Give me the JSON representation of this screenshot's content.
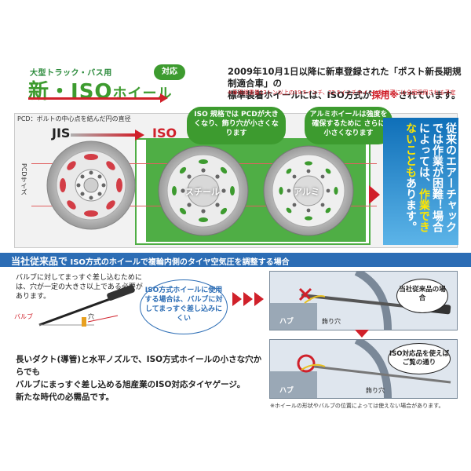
{
  "header": {
    "subtitle": "大型トラック・バス用",
    "title_new": "新・",
    "title_iso": "ISO",
    "title_wheel": "ホイール",
    "badge": "対応"
  },
  "intro": {
    "line1": "2009年10月1日以降に新車登録された「ポスト新長期規制適合車」の",
    "line2_a": "標準装着ホイールには、ISO方式が",
    "line2_hl": "採用",
    "line2_mark": "※",
    "line2_b": "されています。",
    "note": "※車両総重量12トン以上の19.5インチ、22.5インチホイール装着車には全面採用される予定"
  },
  "comparison": {
    "pcd_note": "PCD：ボルトの中心点を結んだ円の直径",
    "pcd_side": "PCDサイズ",
    "jis": "JIS",
    "iso": "ISO",
    "bubble1": "ISO 規格では PCDが大きくなり、飾り穴が小さくなります",
    "bubble2": "アルミホイールは強度を確保するために さらに小さくなります",
    "steel": "スチール",
    "alumi": "アルミ",
    "callout_a": "従来のエアーチャックでは作業が困難！場合によっては、",
    "callout_b": "作業できないことも",
    "callout_c": "あります。"
  },
  "section": {
    "lead": "当社従来品で",
    "text": "ISO方式のホイールで複輪内側のタイヤ空気圧を調整する場合"
  },
  "lower": {
    "valve_note": "バルブに対してまっすぐ差し込むためには、穴が一定の大きさ以上である必要があります。",
    "valve": "バルブ",
    "hole": "穴",
    "oval": "ISO方式ホイールに使用する場合は、バルブに対してまっすぐ差し込みにくい",
    "bottom1": "長いダクト(導管)と水平ノズルで、ISO方式ホイールの小さな穴からでも",
    "bottom2": "バルブにまっすぐ差し込める旭産業のISO対応タイヤゲージ。",
    "bottom3": "新たな時代の必需品です。"
  },
  "diagram": {
    "hub": "ハブ",
    "hole": "飾り穴",
    "bubble1": "当社従来品の場合",
    "bubble2": "ISO対応品を使えばご覧の通り",
    "disclaimer": "※ホイールの形状やバルブの位置によっては使えない場合があります。"
  },
  "colors": {
    "green": "#3d9b2f",
    "red": "#d0202a",
    "blue": "#2c6db5"
  }
}
